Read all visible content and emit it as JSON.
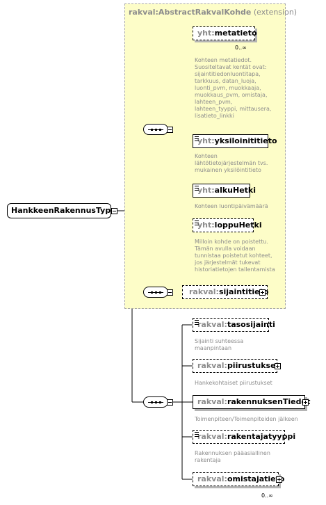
{
  "root": {
    "name": "HankkeenRakennusType"
  },
  "extension": {
    "base": "rakval:AbstractRakvalKohde",
    "suffix": "(extension)"
  },
  "elements": [
    {
      "prefix": "yht:",
      "name": "metatieto",
      "cardinality": "0..∞",
      "description": [
        "Kohteen metatiedot.",
        "Suositeltavat kentät ovat:",
        "sijaintitiedonluontitapa,",
        "tarkkuus, datan_luoja,",
        "luonti_pvm, muokkaaja,",
        "muokkaus_pvm, omistaja,",
        "lahteen_pvm,",
        "lahteen_tyyppi, mittausera,",
        "lisatieto_linkki"
      ]
    },
    {
      "prefix": "yht:",
      "name": "yksiloinititieto",
      "description": [
        "Kohteen",
        "lähtötietojärjestelmän tvs.",
        "mukainen yksilöintitieto"
      ]
    },
    {
      "prefix": "yht:",
      "name": "alkuHetki",
      "description": [
        "Kohteen luontipäivämäärä"
      ]
    },
    {
      "prefix": "yht:",
      "name": "loppuHetki",
      "description": [
        "Milloin kohde on poistettu.",
        "Tämän avulla voidaan",
        "tunnistaa poistetut kohteet,",
        "jos järjestelmät tukevat",
        "historiatietojen tallentamista"
      ]
    },
    {
      "prefix": "rakval:",
      "name": "sijaintitieto"
    },
    {
      "prefix": "rakval:",
      "name": "tasosijainti",
      "description": [
        "Sijainti suhteessa",
        "maanpintaan"
      ]
    },
    {
      "prefix": "rakval:",
      "name": "piirustukset",
      "description": [
        "Hankekohtaiset piirustukset"
      ]
    },
    {
      "prefix": "rakval:",
      "name": "rakennuksenTiedot",
      "description": [
        "Toimenpiteen/Toimenpiteiden jälkeen"
      ]
    },
    {
      "prefix": "rakval:",
      "name": "rakentajatyyppi",
      "description": [
        "Rakennuksen pääasiallinen",
        "rakentaja"
      ]
    },
    {
      "prefix": "rakval:",
      "name": "omistajatieto",
      "cardinality": "0..∞"
    }
  ]
}
